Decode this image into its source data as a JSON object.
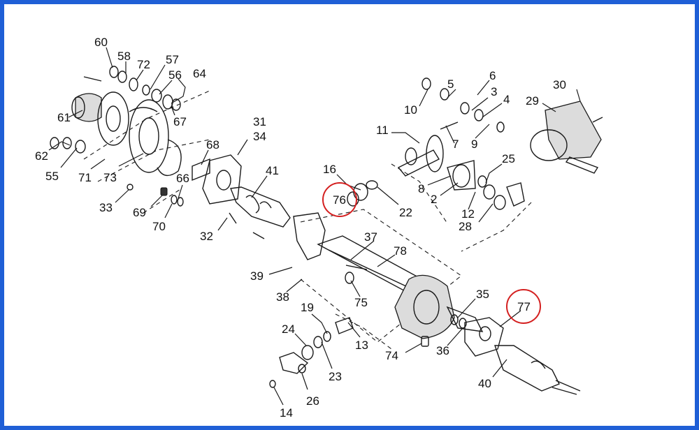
{
  "diagram": {
    "labels": [
      "60",
      "58",
      "72",
      "57",
      "56",
      "64",
      "61",
      "67",
      "62",
      "55",
      "71",
      "73",
      "33",
      "69",
      "66",
      "70",
      "68",
      "31",
      "34",
      "41",
      "32",
      "16",
      "76",
      "22",
      "11",
      "10",
      "5",
      "6",
      "3",
      "4",
      "7",
      "9",
      "8",
      "2",
      "25",
      "12",
      "28",
      "29",
      "30",
      "37",
      "78",
      "39",
      "38",
      "75",
      "35",
      "77",
      "19",
      "24",
      "13",
      "74",
      "36",
      "23",
      "40",
      "26",
      "14"
    ],
    "highlight_color": "#d42020",
    "highlighted_parts": [
      "76",
      "77"
    ],
    "border_color": "#1f5fd6"
  }
}
